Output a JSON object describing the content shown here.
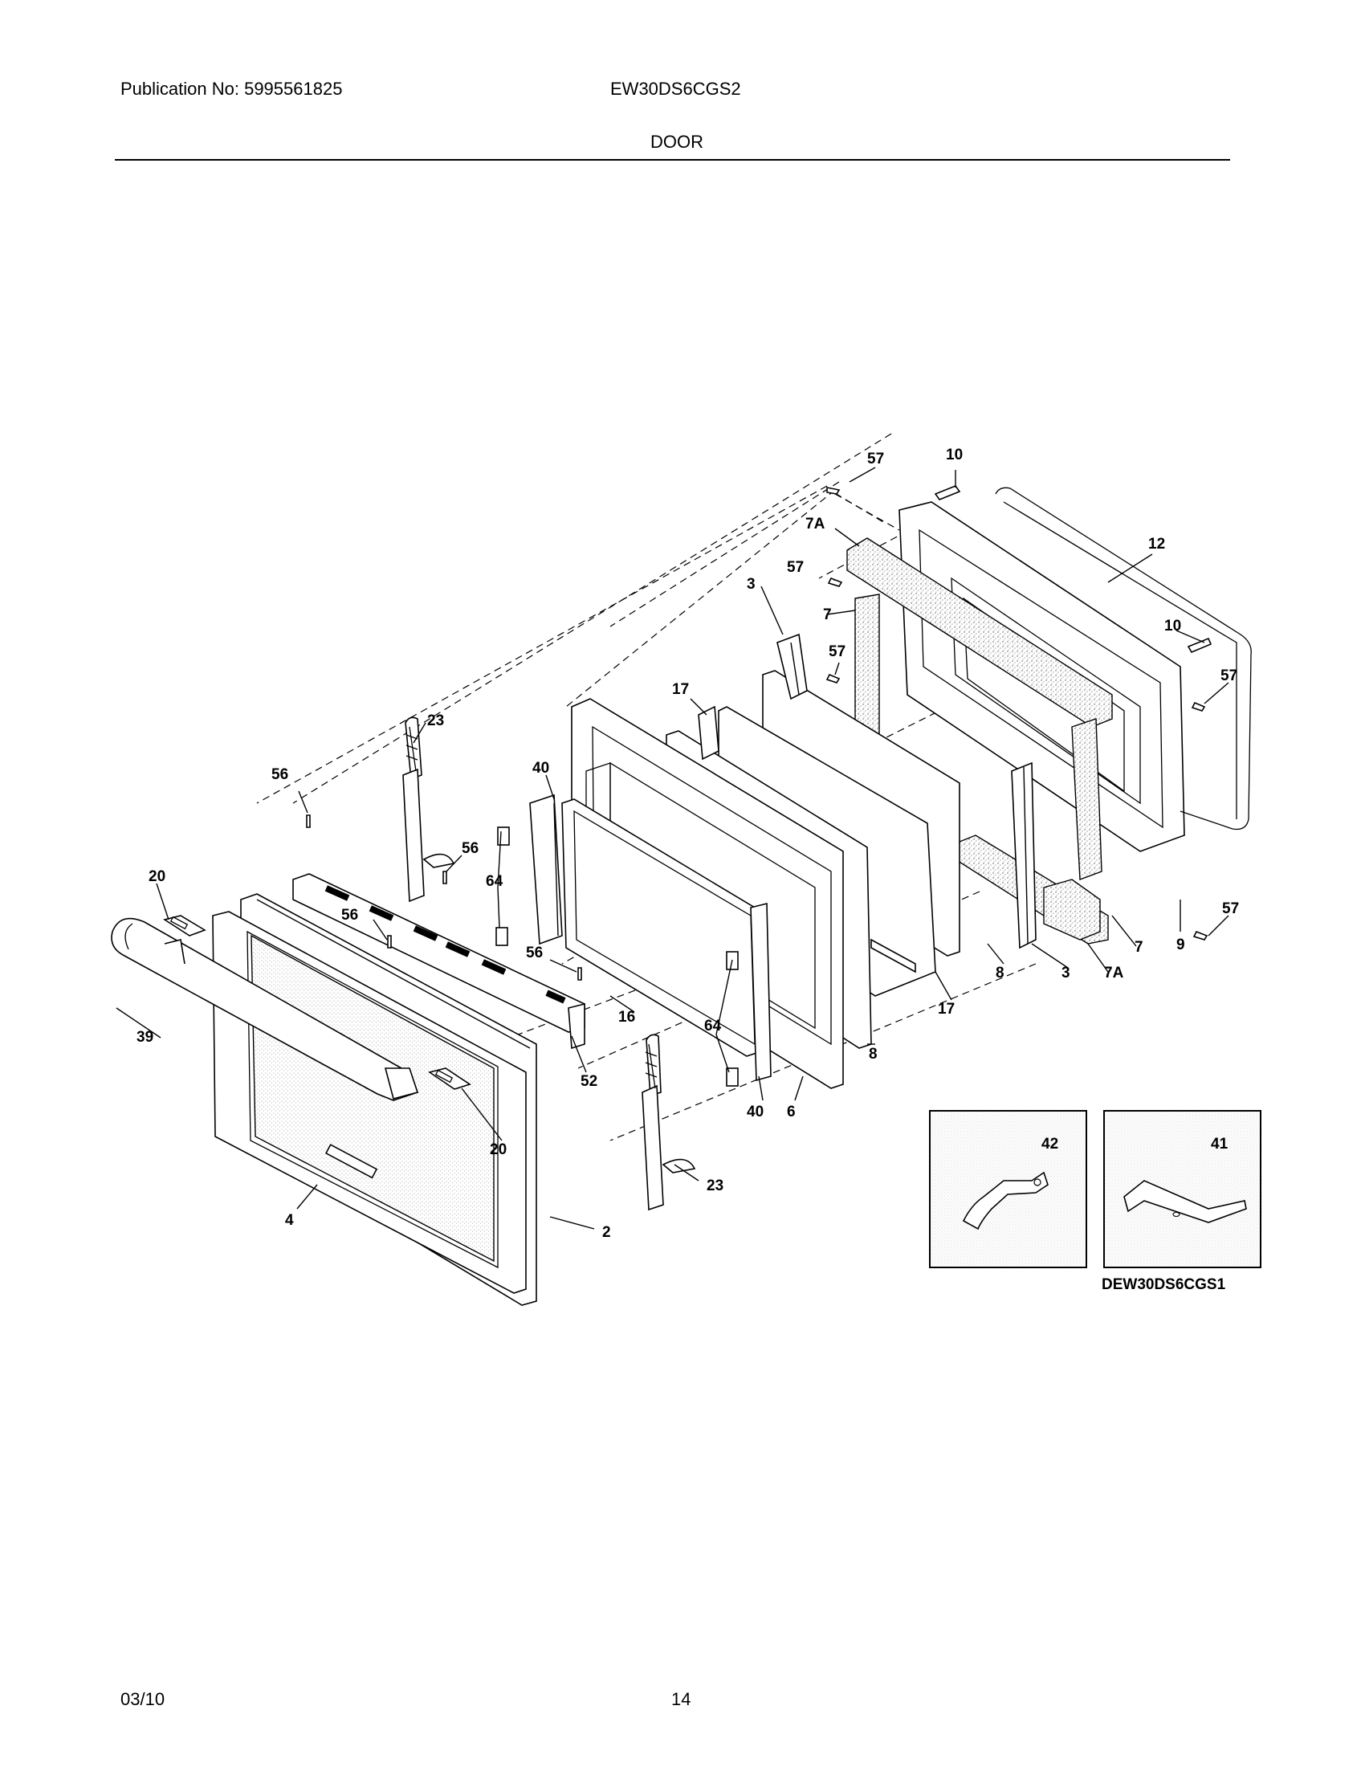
{
  "header": {
    "publication": "Publication No: 5995561825",
    "model": "EW30DS6CGS2",
    "section_title": "DOOR"
  },
  "footer": {
    "date": "03/10",
    "page_number": "14"
  },
  "diagram": {
    "drawing_code": "DEW30DS6CGS1",
    "inset_labels": [
      "42",
      "41"
    ],
    "callouts": [
      "57",
      "10",
      "7A",
      "12",
      "57",
      "3",
      "7",
      "10",
      "57",
      "57",
      "17",
      "23",
      "56",
      "40",
      "56",
      "20",
      "64",
      "56",
      "56",
      "39",
      "16",
      "64",
      "52",
      "20",
      "40",
      "6",
      "8",
      "17",
      "8",
      "3",
      "7A",
      "7",
      "9",
      "57",
      "23",
      "4",
      "2"
    ]
  }
}
